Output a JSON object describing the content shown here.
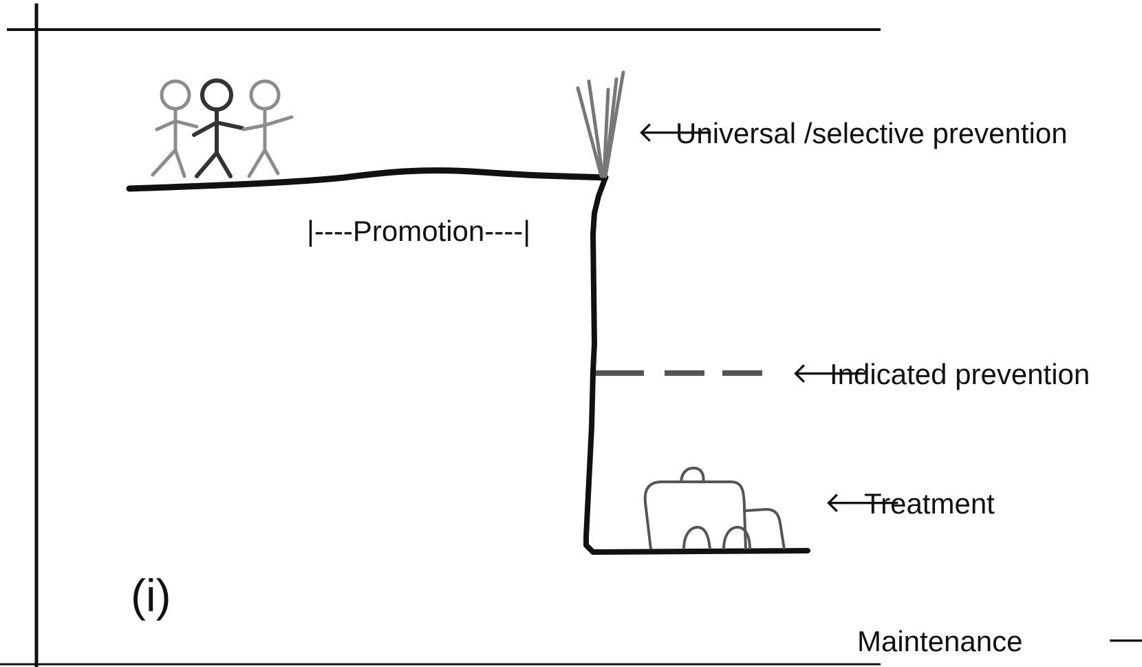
{
  "diagram": {
    "panel_label": "(i)",
    "labels": {
      "universal_selective": "Universal /selective prevention",
      "promotion": "|----Promotion----|",
      "indicated": "Indicated prevention",
      "treatment": "Treatment",
      "maintenance": "Maintenance"
    },
    "arrows": {
      "left": "🡐",
      "right": "🡒"
    },
    "icons": [
      "people-group-icon",
      "fence-posts-icon",
      "ambulance-icon"
    ],
    "colors": {
      "line": "#111111",
      "figure_light": "#8c8c8c",
      "figure_dark": "#333333",
      "dash": "#555555"
    }
  }
}
